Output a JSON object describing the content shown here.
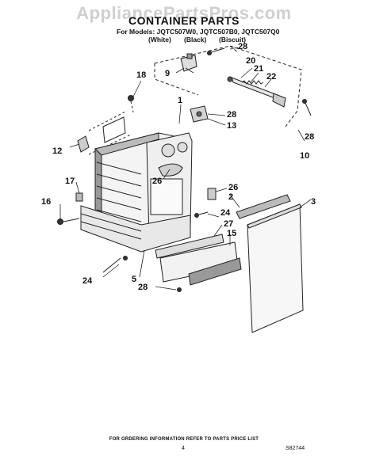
{
  "watermark": "AppliancePartsPros.com",
  "title": "CONTAINER PARTS",
  "models_line": "For Models: JQTC507W0, JQTC507B0, JQTC507Q0",
  "variants": [
    "(White)",
    "(Black)",
    "(Biscuit)"
  ],
  "callouts": {
    "c28a": "28",
    "c20": "20",
    "c21": "21",
    "c22": "22",
    "c9": "9",
    "c18": "18",
    "c1": "1",
    "c28b": "28",
    "c13": "13",
    "c28c": "28",
    "c10": "10",
    "c12": "12",
    "c26a": "26",
    "c26b": "26",
    "c2": "2",
    "c3": "3",
    "c17": "17",
    "c16": "16",
    "c24a": "24",
    "c27": "27",
    "c15": "15",
    "c24b": "24",
    "c5": "5",
    "c28d": "28"
  },
  "footer": "FOR ORDERING INFORMATION REFER TO PARTS PRICE LIST",
  "page_number": "4",
  "doc_number": "S82744"
}
